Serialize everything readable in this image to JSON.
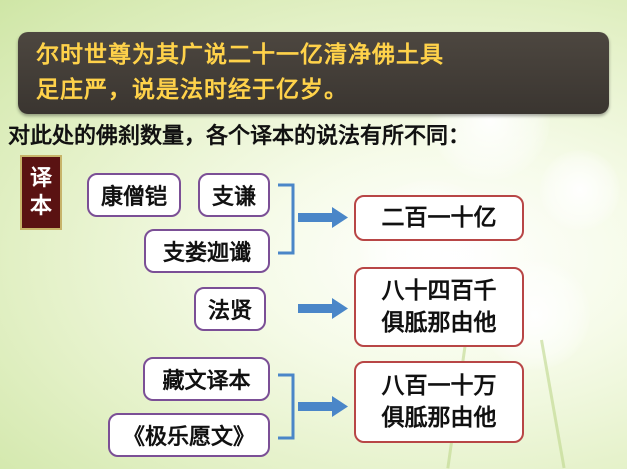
{
  "quote": {
    "line1": "尔时世尊为其广说二十一亿清净佛土具",
    "line2": "足庄严，说是法时经于亿岁。"
  },
  "heading": "对此处的佛刹数量，各个译本的说法有所不同：",
  "label": {
    "char1": "译",
    "char2": "本"
  },
  "translations": {
    "kang_sengkai": "康僧铠",
    "zhi_qian": "支谦",
    "zhi_lou_jiachen": "支娄迦谶",
    "fa_xian": "法贤",
    "tibetan": "藏文译本",
    "sanskrit": "《极乐愿文》"
  },
  "results": {
    "group1": {
      "line1": "二百一十亿"
    },
    "group2": {
      "line1": "八十四百千",
      "line2": "俱胝那由他"
    },
    "group3": {
      "line1": "八百一十万",
      "line2": "俱胝那由他"
    }
  },
  "colors": {
    "quote_bg": "#3f3a35",
    "quote_text": "#ffd24a",
    "label_bg": "#5a1212",
    "pill_border": "#7b4f96",
    "result_border": "#b84646",
    "arrow": "#4a86c8",
    "bracket": "#4a86c8"
  }
}
